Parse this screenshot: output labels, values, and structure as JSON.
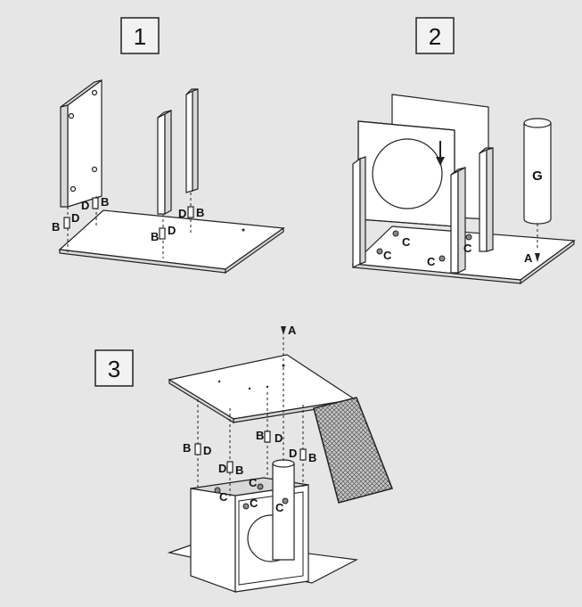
{
  "steps": [
    {
      "number": "1"
    },
    {
      "number": "2"
    },
    {
      "number": "3"
    }
  ],
  "labels": {
    "A": "A",
    "B": "B",
    "C": "C",
    "D": "D",
    "G": "G"
  }
}
